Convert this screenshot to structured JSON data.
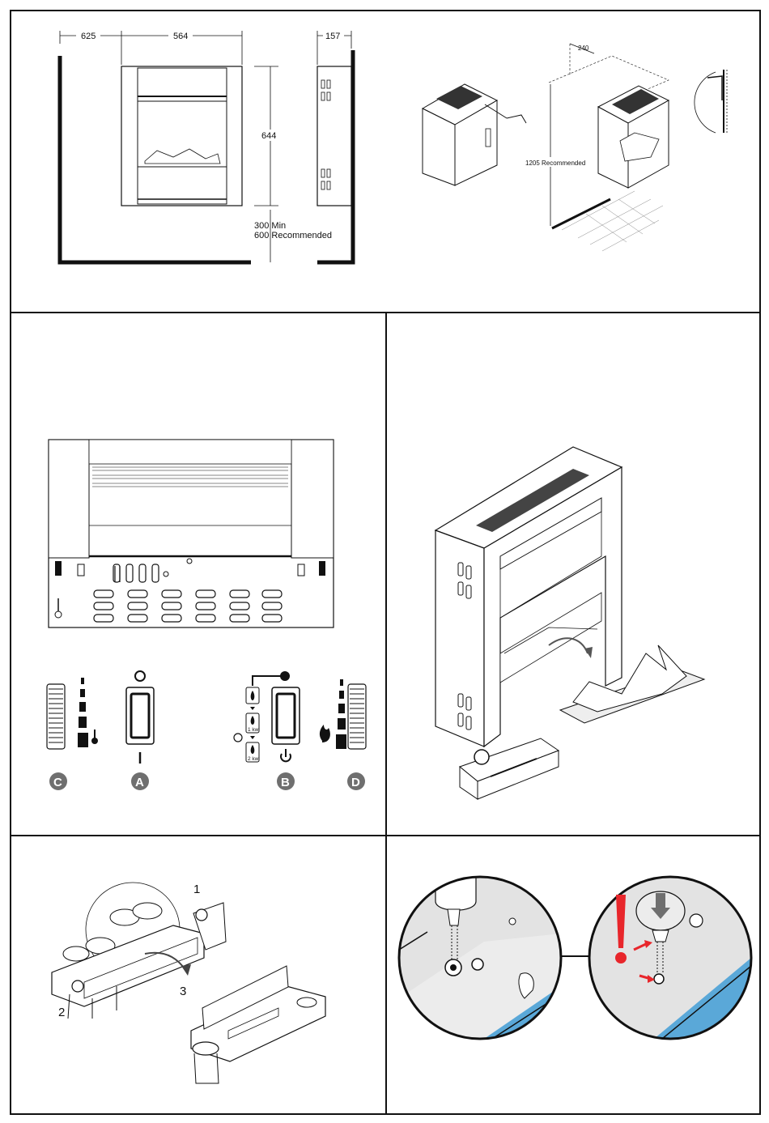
{
  "panel1": {
    "dim_left": "625",
    "dim_width": "564",
    "dim_height": "644",
    "dim_depth": "157",
    "floor_min": "300 Min",
    "floor_rec": "600 Recommended",
    "dim_top": "240",
    "dim_recommended": "1205 Recommended"
  },
  "panel2": {
    "badge_c": "C",
    "badge_a": "A",
    "badge_b": "B",
    "badge_d": "D",
    "level_1kw": "1 kw",
    "level_2kw": "2 kw"
  },
  "panel4": {
    "step_1": "1",
    "step_2": "2",
    "step_3": "3"
  },
  "colors": {
    "accent_blue": "#5aa8d8",
    "warning_red": "#e8262b",
    "badge_grey": "#6f6f6f"
  }
}
